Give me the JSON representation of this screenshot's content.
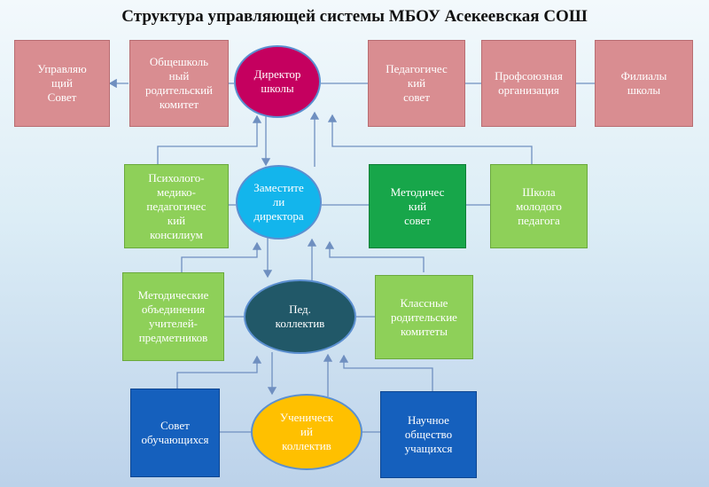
{
  "title": "Структура управляющей системы МБОУ Асекеевская СОШ",
  "nodes": {
    "managing_council": "Управляю\nщий\nСовет",
    "parent_committee": "Общешколь\nный\nродительский\nкомитет",
    "director": "Директор\nшколы",
    "ped_council": "Педагогичес\nкий\nсовет",
    "union": "Профсоюзная\nорганизация",
    "branches": "Филиалы\nшколы",
    "pmpk": "Психолого-\nмедико-\nпедагогичес\nкий\nконсилиум",
    "deputies": "Заместите\nли\nдиректора",
    "method_council": "Методичес\nкий\nсовет",
    "young_teacher": "Школа\nмолодого\nпедагога",
    "method_assoc": "Методические\nобъединения\nучителей-\nпредметников",
    "ped_collective": "Пед.\nколлектив",
    "class_parent_committees": "Классные\nродительские\nкомитеты",
    "student_council": "Совет\nобучающихся",
    "student_collective": "Ученическ\nий\nколлектив",
    "science_society": "Научное\nобщество\nучащихся"
  },
  "colors": {
    "pink": "#d98d91",
    "light_green": "#8ed059",
    "dark_green": "#17a64a",
    "blue": "#1560bd",
    "director": "#c5005f",
    "deputies": "#13b5ec",
    "ped_collective": "#215868",
    "student_collective": "#ffc000"
  }
}
